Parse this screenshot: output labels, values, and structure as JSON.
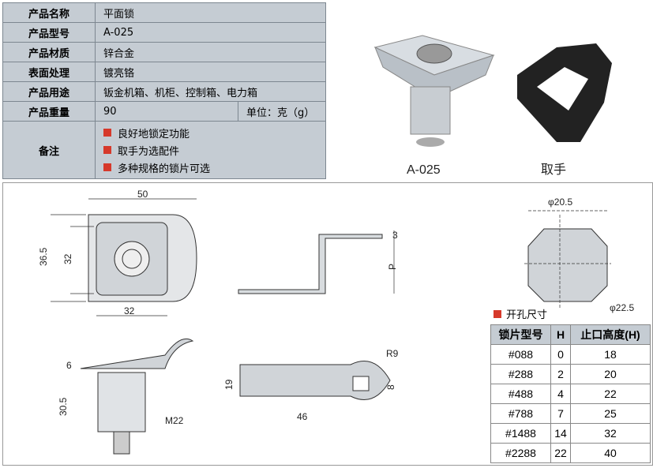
{
  "spec": {
    "rows": [
      {
        "label": "产品名称",
        "value": "平面锁"
      },
      {
        "label": "产品型号",
        "value": "A-025"
      },
      {
        "label": "产品材质",
        "value": "锌合金"
      },
      {
        "label": "表面处理",
        "value": "镀亮铬"
      },
      {
        "label": "产品用途",
        "value": "钣金机箱、机柜、控制箱、电力箱"
      },
      {
        "label": "产品重量",
        "value": "90",
        "unit": "单位：克（g）"
      }
    ],
    "notes_label": "备注",
    "notes": [
      "良好地锁定功能",
      "取手为选配件",
      "多种规格的锁片可选"
    ]
  },
  "photos": {
    "lock_caption": "A-025",
    "handle_caption": "取手"
  },
  "drawings": {
    "front": {
      "w": "50",
      "h_outer": "36.5",
      "h_inner": "32",
      "w_inner": "32"
    },
    "side": {
      "t": "3",
      "p": "P"
    },
    "cutout": {
      "d1": "φ20.5",
      "d2": "φ22.5"
    },
    "profile": {
      "top": "6",
      "body": "30.5",
      "thread": "M22"
    },
    "cam": {
      "r": "R9",
      "w": "19",
      "hole": "8",
      "len": "46"
    }
  },
  "hole_title": "开孔尺寸",
  "cam_table": {
    "headers": [
      "锁片型号",
      "H",
      "止口高度(H)"
    ],
    "rows": [
      [
        "#088",
        "0",
        "18"
      ],
      [
        "#288",
        "2",
        "20"
      ],
      [
        "#488",
        "4",
        "22"
      ],
      [
        "#788",
        "7",
        "25"
      ],
      [
        "#1488",
        "14",
        "32"
      ],
      [
        "#2288",
        "22",
        "40"
      ]
    ]
  }
}
